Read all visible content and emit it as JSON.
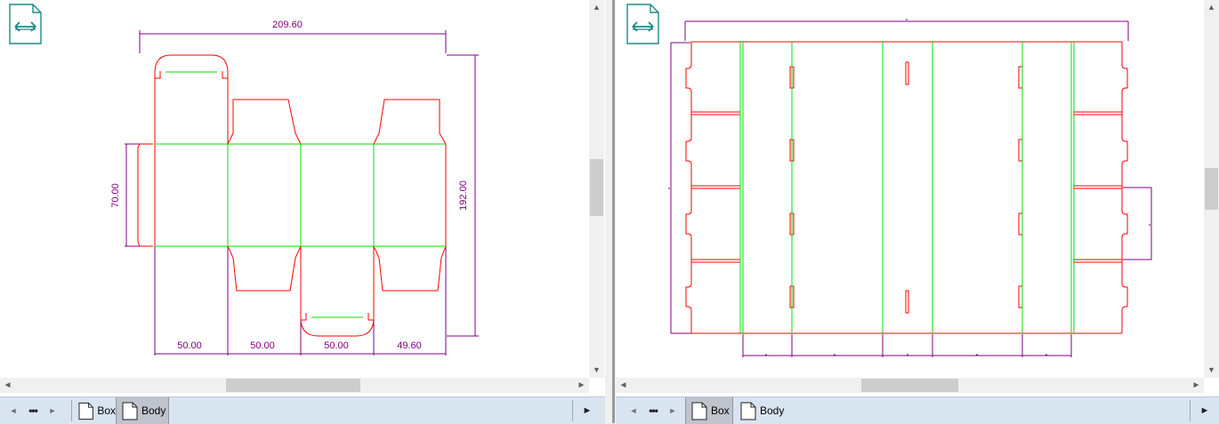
{
  "colors": {
    "cut_line": "#ff0000",
    "fold_line": "#00e000",
    "dimension_line": "#800080",
    "icon_teal": "#1b8a8a",
    "tab_bar": "#d9e4f1",
    "active_tab": "#bfc4cc"
  },
  "left_pane": {
    "icon": "resize-horizontal-icon",
    "dimensions": {
      "overall_width": "209.60",
      "panel_height": "70.00",
      "overall_height": "192.00",
      "panel_1": "50.00",
      "panel_2": "50.00",
      "panel_3": "50.00",
      "panel_4": "49.60"
    },
    "tabs": [
      {
        "label": "Box",
        "active": false
      },
      {
        "label": "Body",
        "active": true
      }
    ]
  },
  "right_pane": {
    "icon": "resize-horizontal-icon",
    "tabs": [
      {
        "label": "Box",
        "active": true
      },
      {
        "label": "Body",
        "active": false
      }
    ]
  },
  "scroll_icons": {
    "up": "▲",
    "down": "▼",
    "left": "◄",
    "right": "►"
  },
  "nav": {
    "prev": "◄",
    "more": "•••",
    "next": "►",
    "end": "►"
  }
}
